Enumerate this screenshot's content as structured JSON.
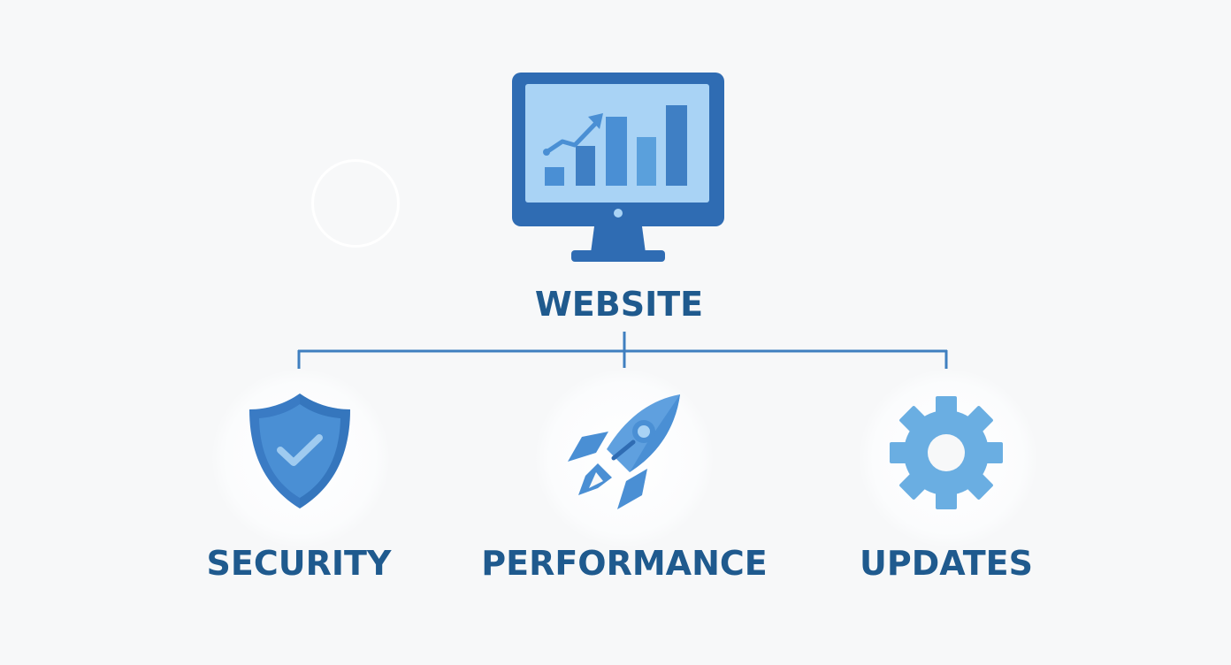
{
  "diagram": {
    "root": {
      "label": "WEBSITE",
      "icon": "monitor-chart-icon"
    },
    "children": [
      {
        "label": "SECURITY",
        "icon": "shield-check-icon"
      },
      {
        "label": "PERFORMANCE",
        "icon": "rocket-icon"
      },
      {
        "label": "UPDATES",
        "icon": "gear-icon"
      }
    ]
  },
  "colors": {
    "dark_blue": "#2f6cb3",
    "mid_blue": "#4a8fd4",
    "light_blue": "#6aaee2",
    "screen_blue": "#a9d3f5",
    "label_blue": "#1f5a8e",
    "connector": "#3f7fc0",
    "background": "#f7f8f9"
  }
}
